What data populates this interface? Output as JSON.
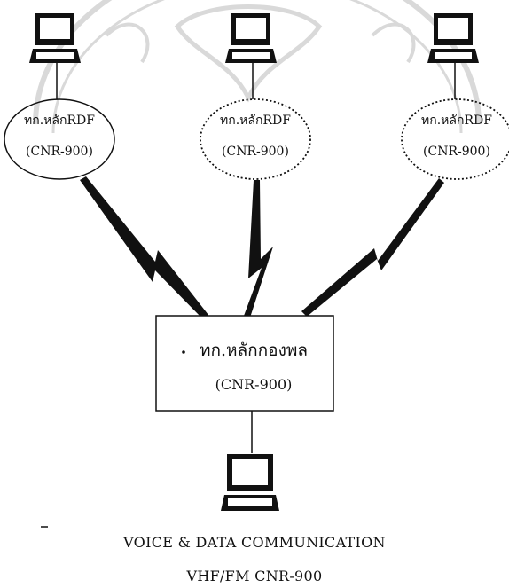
{
  "diagram": {
    "stations": [
      {
        "line1": "ทก.หลักRDF",
        "line2": "(CNR-900)",
        "border": "solid"
      },
      {
        "line1": "ทก.หลักRDF",
        "line2": "(CNR-900)",
        "border": "dotted"
      },
      {
        "line1": "ทก.หลักRDF",
        "line2": "(CNR-900)",
        "border": "dotted"
      }
    ],
    "hub": {
      "line1": "ทก.หลักกองพล",
      "line2": "(CNR-900)"
    },
    "icons": [
      "laptop-icon",
      "radio-link-bolt-icon"
    ],
    "colors": {
      "line": "#111111",
      "watermark": "#d8d8d8"
    }
  },
  "caption": {
    "line1": "VOICE & DATA COMMUNICATION",
    "line2": "VHF/FM CNR-900"
  }
}
